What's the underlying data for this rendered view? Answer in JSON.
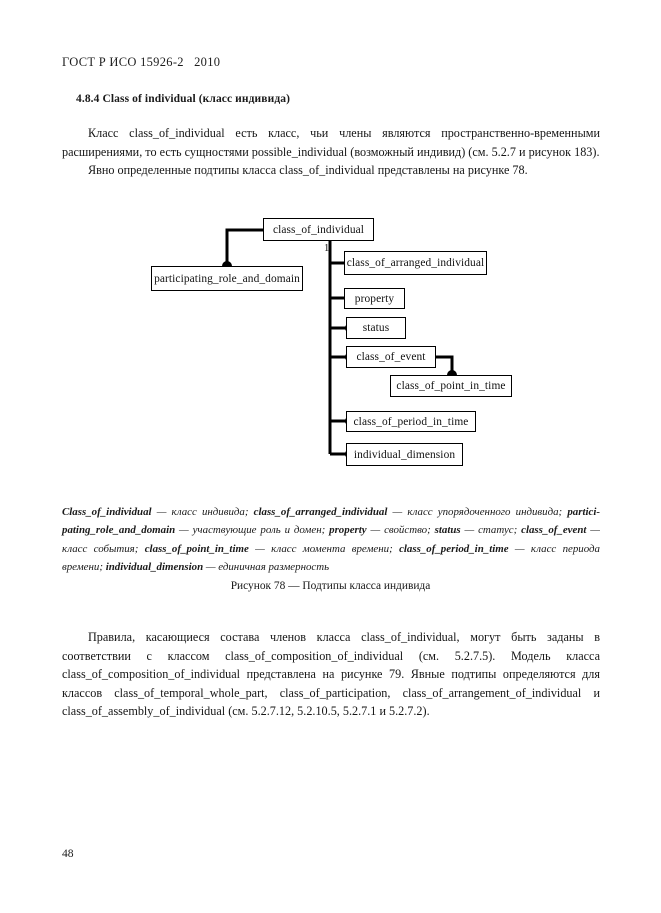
{
  "document": {
    "header": "ГОСТ Р ИСО 15926-2   2010",
    "page_number": "48"
  },
  "section": {
    "heading": "4.8.4 Class of individual (класс индивида)"
  },
  "paragraphs": {
    "intro_1": "Класс class_of_individual есть класс, чьи члены являются пространственно-временными расширениями, то есть сущностями possible_individual (возможный индивид) (см. 5.2.7 и рисунок 183).",
    "intro_2": "Явно определенные подтипы класса class_of_individual представлены на рисунке 78.",
    "rules_1": "Правила, касающиеся состава членов класса class_of_individual, могут быть заданы в соответствии с классом class_of_composition_of_individual (см. 5.2.7.5). Модель класса class_of_composition_of_individual представлена на рисунке 79. Явные подтипы определяются для классов class_of_temporal_whole_part, class_of_participation, class_of_arrangement_of_individual и class_of_assembly_of_individual (см. 5.2.7.12, 5.2.10.5, 5.2.7.1 и 5.2.7.2)."
  },
  "diagram": {
    "root": "class_of_individual",
    "cardinality_label": "1",
    "nodes": [
      {
        "id": "participating_role_and_domain",
        "label": "participating_role_and_domain"
      },
      {
        "id": "class_of_arranged_individual",
        "label": "class_of_arranged_individual"
      },
      {
        "id": "property",
        "label": "property"
      },
      {
        "id": "status",
        "label": "status"
      },
      {
        "id": "class_of_event",
        "label": "class_of_event"
      },
      {
        "id": "class_of_point_in_time",
        "label": "class_of_point_in_time"
      },
      {
        "id": "class_of_period_in_time",
        "label": "class_of_period_in_time"
      },
      {
        "id": "individual_dimension",
        "label": "individual_dimension"
      }
    ],
    "stroke_color": "#000000",
    "fill_color": "#ffffff"
  },
  "legend": {
    "line1_a": "Class_of_individual",
    "line1_b": " — класс индивида; ",
    "line1_c": "class_of_arranged_individual",
    "line1_d": " — класс упорядоченного индивида; ",
    "line1_e": "partici-pating_role_and_domain",
    "line1_f": " — участвующие роль и домен; ",
    "line1_g": "property",
    "line1_h": " — свойство; ",
    "line1_i": "status",
    "line1_j": " — статус; ",
    "line1_k": "class_of_event",
    "line1_l": " — класс события; ",
    "line1_m": "class_of_point_in_time",
    "line1_n": " — класс момента времени; ",
    "line1_o": "class_of_period_in_time",
    "line1_p": " — класс периода времени; ",
    "line1_q": "individual_dimension",
    "line1_r": " — единичная размерность"
  },
  "caption": {
    "text": "Рисунок 78 — Подтипы класса индивида"
  }
}
